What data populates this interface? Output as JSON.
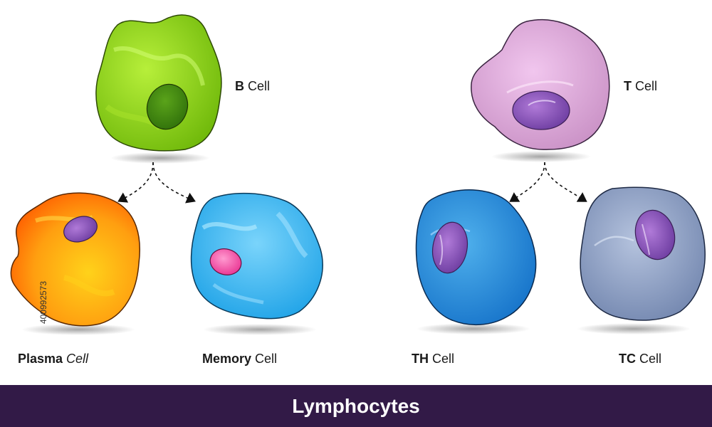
{
  "cells": {
    "b_cell": {
      "bold": "B",
      "rest": " Cell",
      "color": "#8fd11a"
    },
    "t_cell": {
      "bold": "T",
      "rest": " Cell",
      "color": "#d9a3d6"
    },
    "plasma_cell": {
      "bold": "Plasma",
      "rest": " Cell",
      "color": "#ff9a10"
    },
    "memory_cell": {
      "bold": "Memory",
      "rest": " Cell",
      "color": "#3cb4ee"
    },
    "th_cell": {
      "bold": "TH",
      "rest": " Cell",
      "color": "#2d93dc"
    },
    "tc_cell": {
      "bold": "TC",
      "rest": " Cell",
      "color": "#8fa2c7"
    }
  },
  "footer": {
    "title": "Lymphocytes",
    "background": "#321a47"
  },
  "stock_id": "400992573"
}
